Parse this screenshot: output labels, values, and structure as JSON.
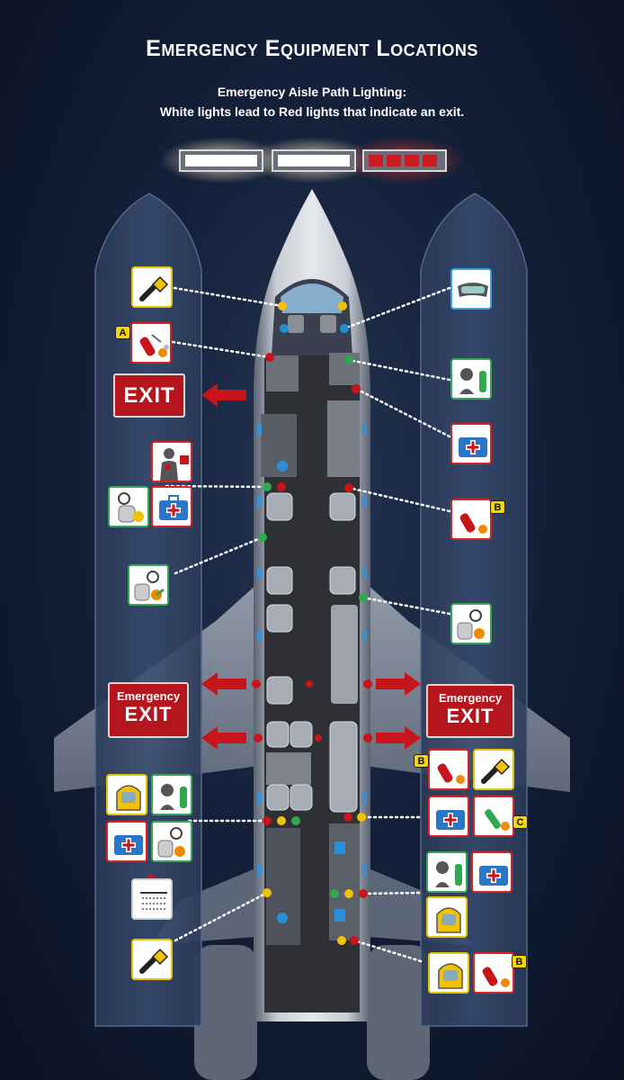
{
  "title": "Emergency Equipment Locations",
  "subtitle_line1": "Emergency Aisle Path Lighting:",
  "subtitle_line2": "White lights lead to Red lights that indicate an exit.",
  "exits": {
    "front_left": "EXIT",
    "emergency_label": "Emergency",
    "exit_word": "EXIT"
  },
  "extinguisher_classes": {
    "a": "A",
    "b": "B",
    "c": "C"
  },
  "colors": {
    "exit_red": "#b5151d",
    "yellow_marker": "#f2c200",
    "green_marker": "#2fa84f",
    "red_marker": "#c8141b",
    "blue_marker": "#1f8fd6"
  },
  "legend_lights": [
    {
      "name": "white-light",
      "color": "white"
    },
    {
      "name": "white-light",
      "color": "white"
    },
    {
      "name": "red-exit-light",
      "color": "red"
    }
  ],
  "icons": {
    "left": [
      "flashlight-icon",
      "fire-extinguisher-icon",
      "defibrillator-icon",
      "oxygen-mask-icon",
      "first-aid-kit-icon",
      "portable-oxygen-icon",
      "life-vest-icon",
      "smoke-hood-icon",
      "escape-rope-icon",
      "flashlight-icon"
    ],
    "right": [
      "smoke-goggles-icon",
      "oxygen-bottle-icon",
      "first-aid-kit-icon",
      "fire-extinguisher-icon",
      "portable-oxygen-icon",
      "flashlight-icon",
      "halon-extinguisher-icon",
      "smoke-hood-icon"
    ]
  }
}
